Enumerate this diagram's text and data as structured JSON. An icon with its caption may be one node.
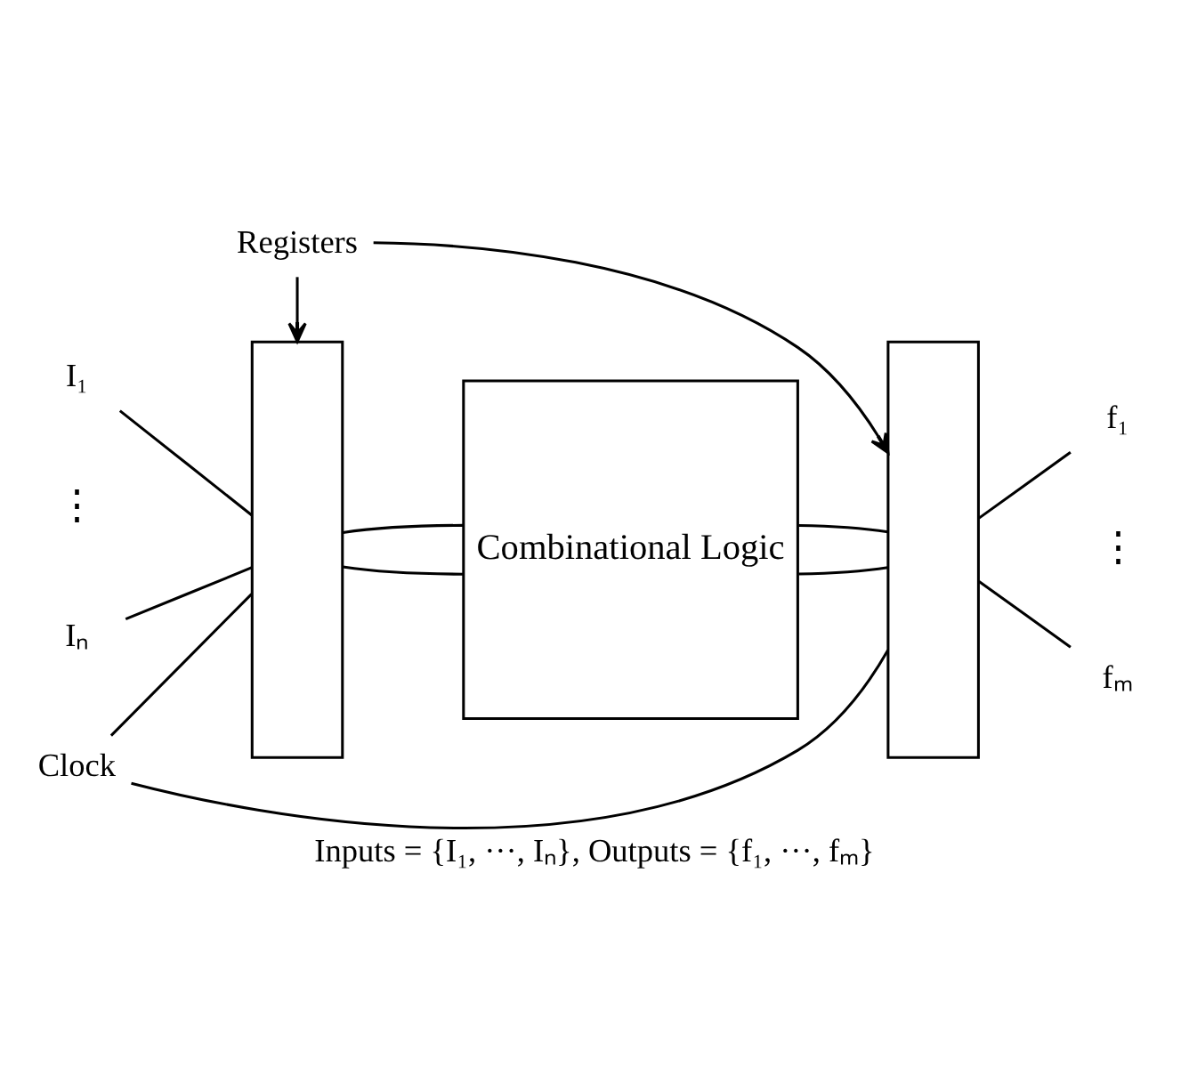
{
  "diagram": {
    "caption": "Inputs = {I₁, ···, Iₙ}, Outputs = {f₁, ···, fₘ}",
    "nodes": [
      {
        "text": [
          "Registers"
        ]
      },
      {
        "text": [],
        "shape": "box"
      },
      {
        "text": [
          "Combinational Logic"
        ]
      },
      {
        "text": [],
        "shape": "box"
      },
      {
        "text": [
          "I₁"
        ]
      },
      {
        "text": [
          "Iₙ"
        ]
      },
      {
        "text": [
          "f₁"
        ]
      },
      {
        "text": [
          "fₘ"
        ]
      },
      {
        "text": [
          "Clock"
        ]
      }
    ],
    "edges": [
      {
        "from": 0,
        "to": 1,
        "arrow": "to"
      },
      {
        "from": 0,
        "to": 3,
        "arrow": "to"
      },
      {
        "from": 4,
        "to": 1,
        "arrow": "none"
      },
      {
        "from": 5,
        "to": 1,
        "arrow": "none"
      },
      {
        "from": 1,
        "to": 2,
        "arrow": "none"
      },
      {
        "from": 1,
        "to": 2,
        "arrow": "none"
      },
      {
        "from": 2,
        "to": 3,
        "arrow": "none"
      },
      {
        "from": 2,
        "to": 3,
        "arrow": "none"
      },
      {
        "from": 3,
        "to": 6,
        "arrow": "none"
      },
      {
        "from": 3,
        "to": 7,
        "arrow": "none"
      },
      {
        "from": 8,
        "to": 1,
        "arrow": "none"
      },
      {
        "from": 8,
        "to": 3,
        "arrow": "none"
      }
    ],
    "labels": [
      "⋮",
      "⋮"
    ]
  }
}
